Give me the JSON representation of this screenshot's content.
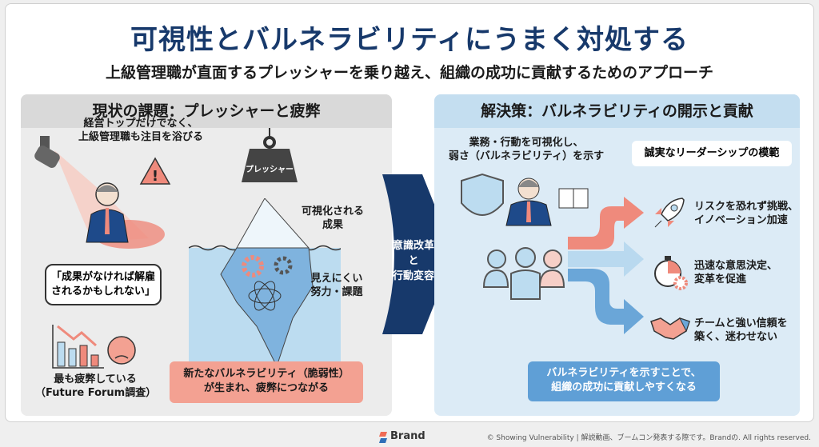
{
  "title": "可視性とバルネラビリティにうまく対処する",
  "subtitle": "上級管理職が直面するプレッシャーを乗り越え、組織の成功に貢献するためのアプローチ",
  "left_panel": {
    "header": "現状の課題：プレッシャーと疲弊",
    "spotlight_text": [
      "経営トップだけでなく、",
      "上級管理職も注目を浴びる"
    ],
    "weight_label": "プレッシャー",
    "iceberg_top": [
      "可視化される",
      "成果"
    ],
    "iceberg_bottom": [
      "見えにくい",
      "努力・課題"
    ],
    "thought": [
      "「成果がなければ解雇",
      "されるかもしれない」"
    ],
    "burnout": [
      "最も疲弊している",
      "（Future Forum調査）"
    ],
    "result_box": [
      "新たなバルネラビリティ（脆弱性）",
      "が生まれ、疲弊につながる"
    ]
  },
  "center_arrow": {
    "lines": [
      "意識改革",
      "と",
      "行動変容"
    ],
    "color": "#17396b"
  },
  "right_panel": {
    "header": "解決策：バルネラビリティの開示と貢献",
    "lead": [
      "業務・行動を可視化し、",
      "弱さ（バルネラビリティ）を示す"
    ],
    "model_box": "誠実なリーダーシップの模範",
    "outcomes": [
      {
        "icon": "rocket-icon",
        "lines": [
          "リスクを恐れず挑戦、",
          "イノベーション加速"
        ],
        "color": "#ef8a7c"
      },
      {
        "icon": "stopwatch-gear-icon",
        "lines": [
          "迅速な意思決定、",
          "変革を促進"
        ],
        "color": "#b9d9ef"
      },
      {
        "icon": "handshake-icon",
        "lines": [
          "チームと強い信頼を",
          "築く、迷わせない"
        ],
        "color": "#6aa6d8"
      }
    ],
    "result_box": [
      "バルネラビリティを示すことで、",
      "組織の成功に貢献しやすくなる"
    ]
  },
  "footer": {
    "brand": "Brand",
    "copyright": "© Showing Vulnerability | 解説動画、ブームコン発表する際です。Brandの. All rights reserved."
  },
  "colors": {
    "navy": "#17396b",
    "coral": "#ef8a7c",
    "light_blue": "#dcebf6"
  }
}
